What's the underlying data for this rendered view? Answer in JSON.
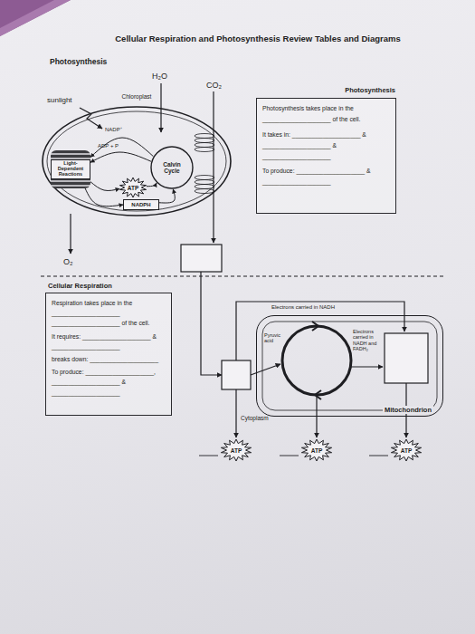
{
  "diagram": {
    "title": "Cellular Respiration and Photosynthesis Review Tables and Diagrams",
    "nodes": [
      {
        "text": [
          "Chloroplast"
        ]
      },
      {
        "text": [
          "Light-Dependent Reactions"
        ],
        "in": 0
      },
      {
        "text": [
          "Calvin Cycle"
        ],
        "in": 0
      },
      {
        "text": [
          "ATP"
        ],
        "in": 0
      },
      {
        "text": [
          "NADPH"
        ],
        "in": 0
      },
      {
        "text": [
          "Photosynthesis",
          "Photosynthesis takes place in the ____________________ of the cell.",
          "It takes in: ____________________ & ____________________ & ____________________",
          "To produce: ____________________ & ____________________"
        ]
      },
      {
        "text": [
          "Cellular Respiration",
          "Respiration takes place in the ____________________ ____________________ of the cell.",
          "It requires: ____________________ & ____________________",
          "breaks down: ____________________",
          "To produce: ____________________, ____________________ & ____________________"
        ]
      },
      {
        "text": [
          "Mitochondrion"
        ]
      },
      {
        "text": [
          "ATP"
        ]
      },
      {
        "text": [
          "ATP"
        ]
      },
      {
        "text": [
          "ATP"
        ]
      }
    ],
    "edges": [
      {
        "from": 1,
        "to": 3,
        "arrow": "to"
      },
      {
        "from": 3,
        "to": 2,
        "arrow": "to"
      },
      {
        "from": 1,
        "to": 4,
        "arrow": "to"
      },
      {
        "from": 4,
        "to": 2,
        "arrow": "to"
      },
      {
        "from": 2,
        "to": 1,
        "label": "NADP⁺",
        "arrow": "to"
      },
      {
        "from": 2,
        "to": 1,
        "label": "ADP + P",
        "arrow": "to"
      }
    ],
    "labels": [
      "Photosynthesis",
      "H₂O",
      "CO₂",
      "sunlight",
      "O₂",
      "Electrons carried in NADH",
      "Pyruvic acid",
      "Electrons carried in NADH and FADH₂",
      "Cytoplasm"
    ]
  }
}
